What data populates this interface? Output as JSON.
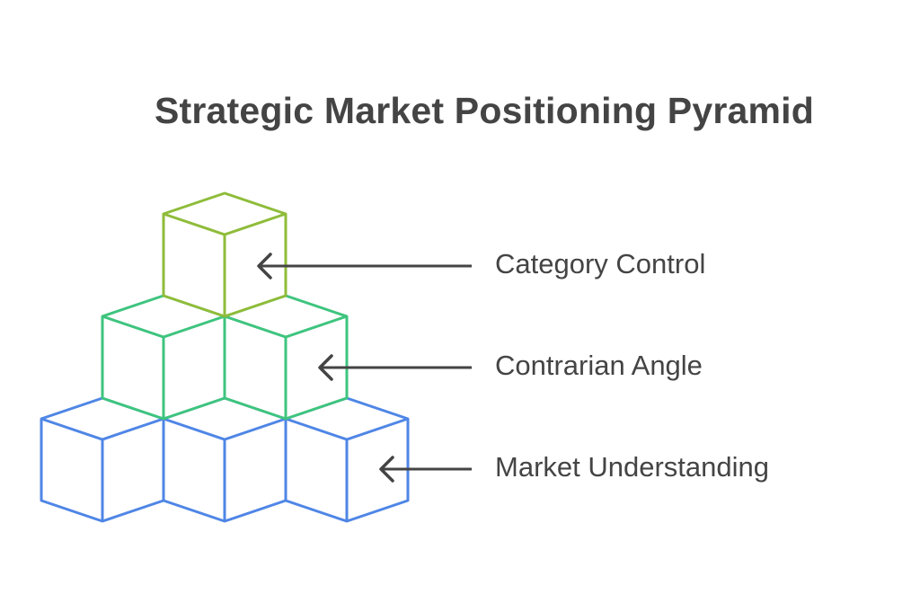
{
  "title": "Strategic Market Positioning Pyramid",
  "levels": [
    {
      "label": "Category Control",
      "color": "#8fbc3a",
      "cubes": 1
    },
    {
      "label": "Contrarian Angle",
      "color": "#3ec47e",
      "cubes": 2
    },
    {
      "label": "Market Understanding",
      "color": "#4f86e6",
      "cubes": 3
    }
  ],
  "arrow_color": "#444444"
}
